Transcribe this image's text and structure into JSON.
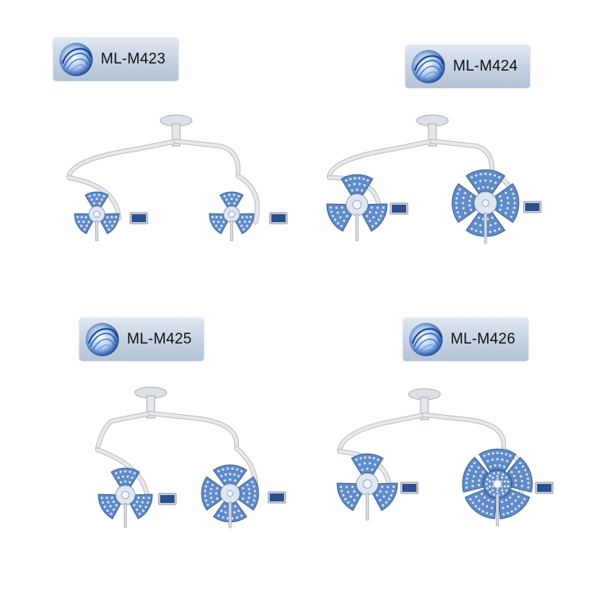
{
  "products": [
    {
      "model": "ML-M423",
      "left_head": "tri-petal",
      "right_head": "tri-petal"
    },
    {
      "model": "ML-M424",
      "left_head": "tri-petal",
      "right_head": "quad-petal"
    },
    {
      "model": "ML-M425",
      "left_head": "tri-petal",
      "right_head": "quad-petal"
    },
    {
      "model": "ML-M426",
      "left_head": "tri-petal",
      "right_head": "ring-petal"
    }
  ],
  "icons": {
    "badge_logo": "swirl-globe-icon"
  },
  "colors": {
    "badge_light": "#dfe7f1",
    "badge_dark": "#b3c2d6",
    "arm": "#e6e8ea",
    "arm_edge": "#b9bdc2",
    "lamp_panel": "#5f8bc9",
    "led": "#d8e6f7",
    "monitor": "#2d4f8a"
  }
}
